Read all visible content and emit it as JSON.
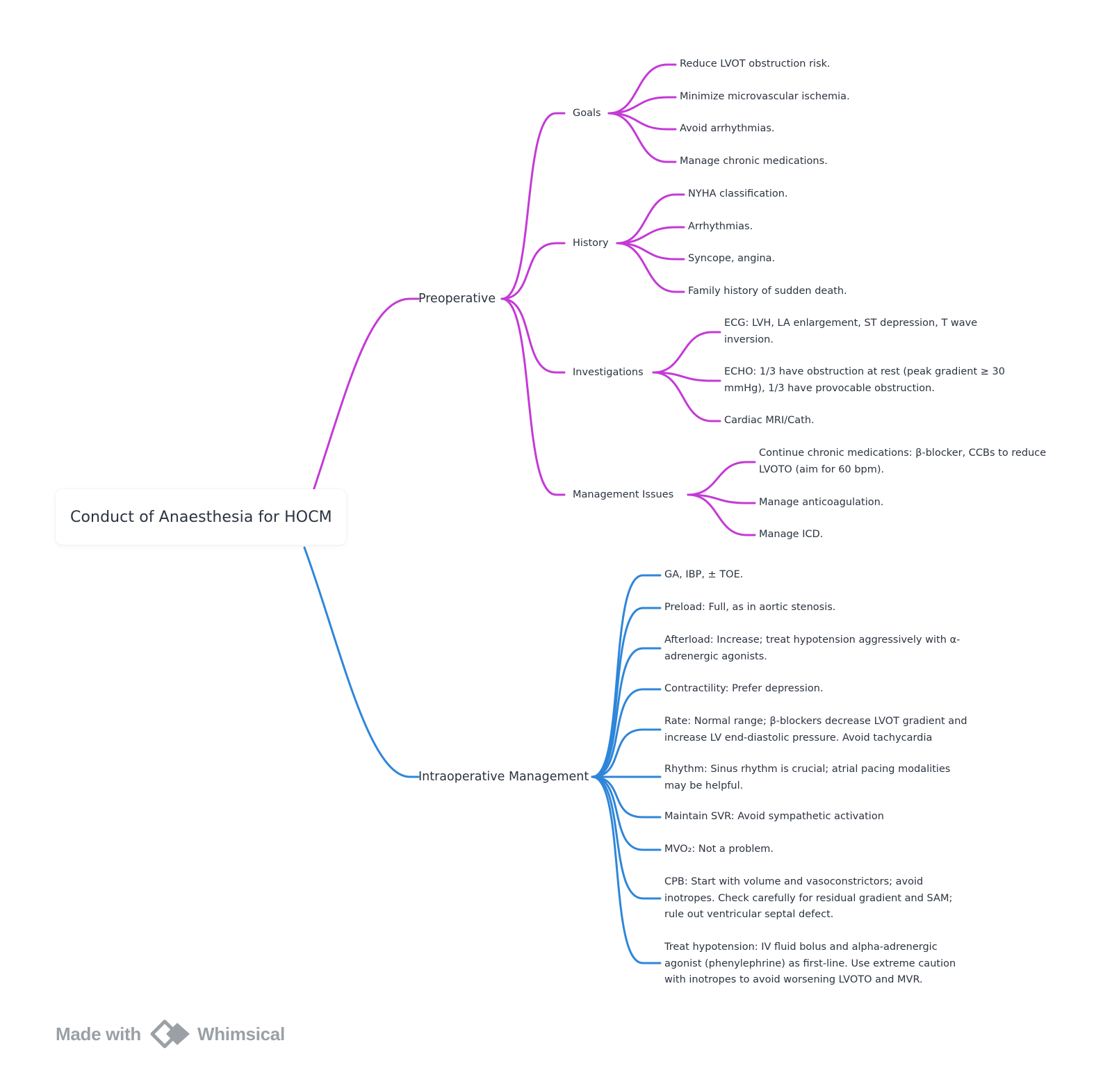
{
  "root": {
    "label": "Conduct of Anaesthesia for HOCM"
  },
  "colors": {
    "preoperative": "#c43ad6",
    "intraoperative": "#2f86d9",
    "text": "#2b3340",
    "watermark": "#9aa0a6"
  },
  "preoperative": {
    "label": "Preoperative",
    "goals": {
      "label": "Goals",
      "items": [
        "Reduce LVOT obstruction risk.",
        "Minimize microvascular ischemia.",
        "Avoid arrhythmias.",
        "Manage chronic medications."
      ]
    },
    "history": {
      "label": "History",
      "items": [
        "NYHA classification.",
        "Arrhythmias.",
        "Syncope, angina.",
        "Family history of sudden death."
      ]
    },
    "investigations": {
      "label": "Investigations",
      "items": [
        "ECG: LVH, LA enlargement, ST depression, T wave inversion.",
        "ECHO: 1/3 have obstruction at rest (peak gradient ≥ 30 mmHg), 1/3 have provocable obstruction.",
        "Cardiac MRI/Cath."
      ]
    },
    "management": {
      "label": "Management Issues",
      "items": [
        "Continue chronic medications: β-blocker, CCBs to reduce LVOTO (aim for 60 bpm).",
        "Manage anticoagulation.",
        "Manage ICD."
      ]
    }
  },
  "intraoperative": {
    "label": "Intraoperative Management",
    "items": [
      "GA, IBP, ± TOE.",
      "Preload: Full, as in aortic stenosis.",
      "Afterload: Increase; treat hypotension aggressively with α-adrenergic agonists.",
      "Contractility: Prefer depression.",
      "Rate: Normal range; β-blockers decrease LVOT gradient and increase LV end-diastolic pressure. Avoid tachycardia",
      "Rhythm: Sinus rhythm is crucial; atrial pacing modalities may be helpful.",
      "Maintain SVR: Avoid sympathetic activation",
      "MVO₂: Not a problem.",
      "CPB: Start with volume and vasoconstrictors; avoid inotropes. Check carefully for residual gradient and SAM; rule out ventricular septal defect.",
      "Treat hypotension: IV fluid bolus and alpha-adrenergic agonist (phenylephrine) as first-line. Use extreme caution with inotropes to avoid worsening LVOTO and MVR."
    ]
  },
  "watermark": {
    "prefix": "Made with",
    "brand": "Whimsical"
  }
}
